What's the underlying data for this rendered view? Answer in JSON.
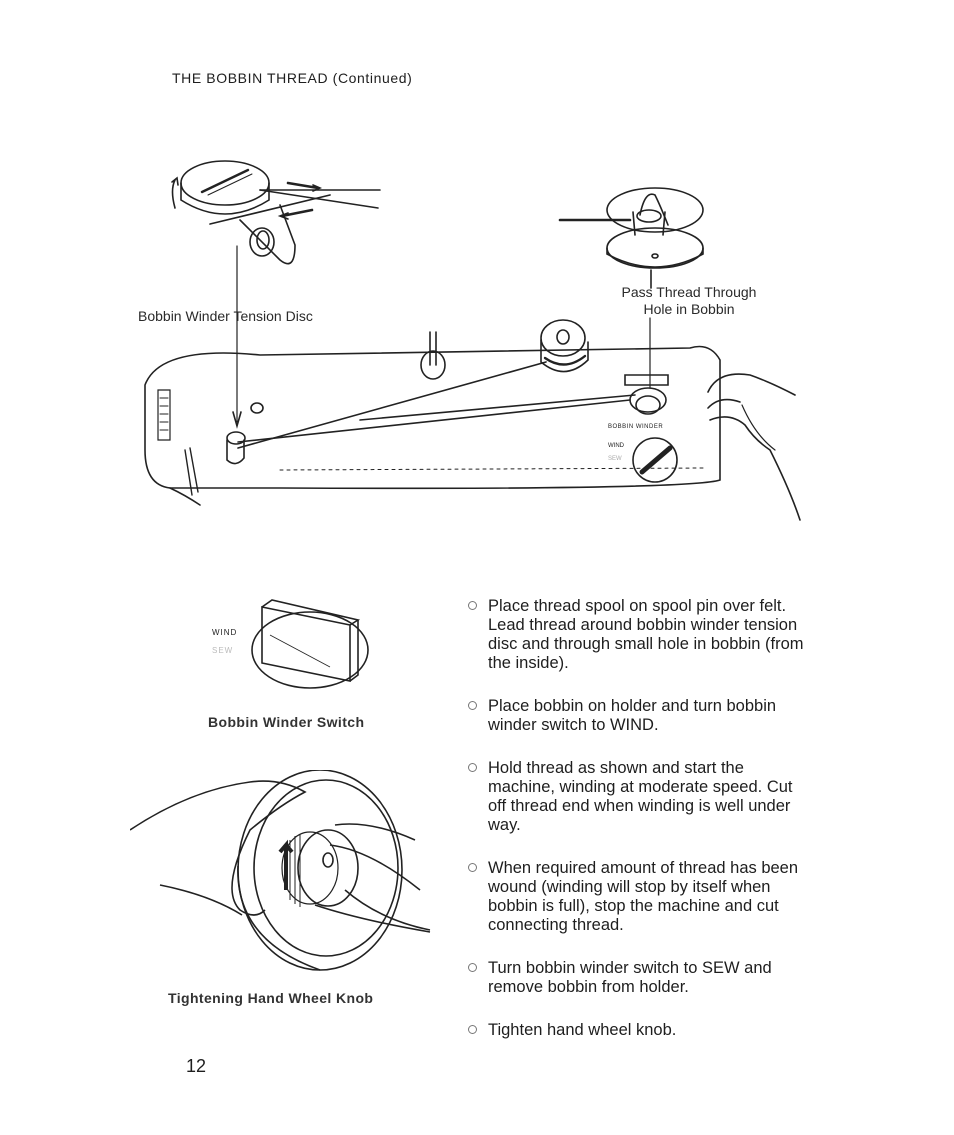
{
  "header": "THE BOBBIN THREAD (Continued)",
  "callouts": {
    "tension_disc": "Bobbin Winder Tension Disc",
    "pass_thread": "Pass Thread Through\nHole in Bobbin"
  },
  "machine_labels": {
    "bobbin_winder": "BOBBIN WINDER",
    "wind": "WIND",
    "sew": "SEW"
  },
  "switch_labels": {
    "wind": "WIND",
    "sew": "SEW"
  },
  "captions": {
    "switch": "Bobbin Winder Switch",
    "hand_wheel": "Tightening Hand Wheel Knob"
  },
  "steps": [
    "Place thread spool on spool pin over felt. Lead thread around bobbin winder tension disc and through small hole in bobbin (from the inside).",
    "Place bobbin on holder and turn bobbin winder switch to WIND.",
    "Hold thread as shown and start the machine, winding at moderate speed. Cut off thread end when winding is well under way.",
    "When required amount of thread has been wound (winding will stop by itself when bobbin is full), stop the machine and cut connecting thread.",
    "Turn bobbin winder switch to SEW and remove bobbin from holder.",
    "Tighten hand wheel knob."
  ],
  "page_number": "12"
}
